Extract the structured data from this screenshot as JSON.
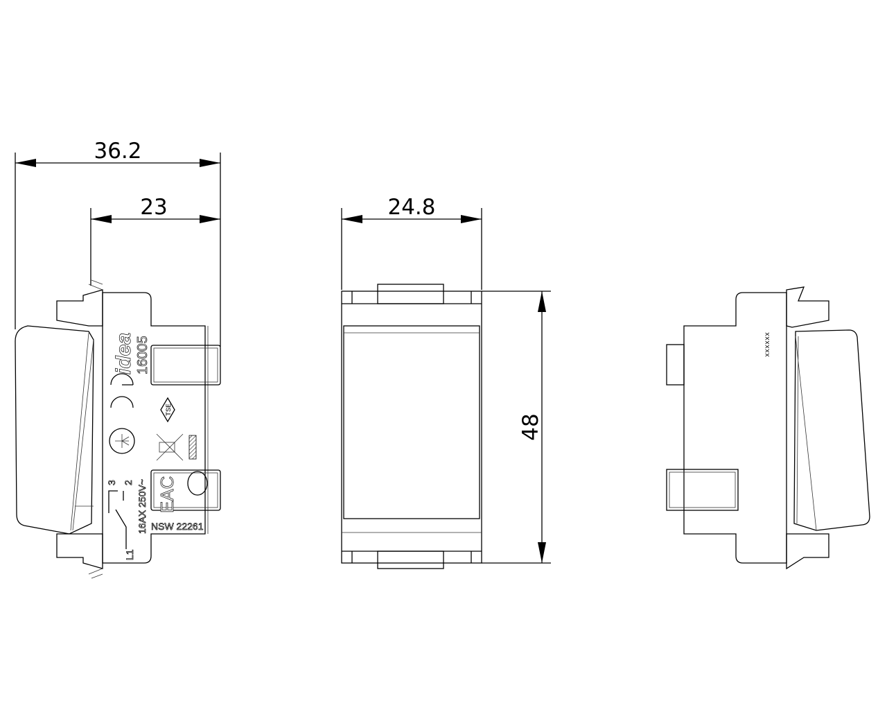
{
  "dimensions": {
    "side_total_width": "36.2",
    "side_body_depth": "23",
    "front_width": "24.8",
    "front_height": "48"
  },
  "markings": {
    "brand": "idea",
    "code": "16005",
    "rating": "16AX 250V~",
    "standard": "NSW 22261",
    "terminal_l1": "L1",
    "terminal_3": "3",
    "terminal_2": "2",
    "tse": "TSE",
    "placeholder_code": "xxxxxx"
  }
}
